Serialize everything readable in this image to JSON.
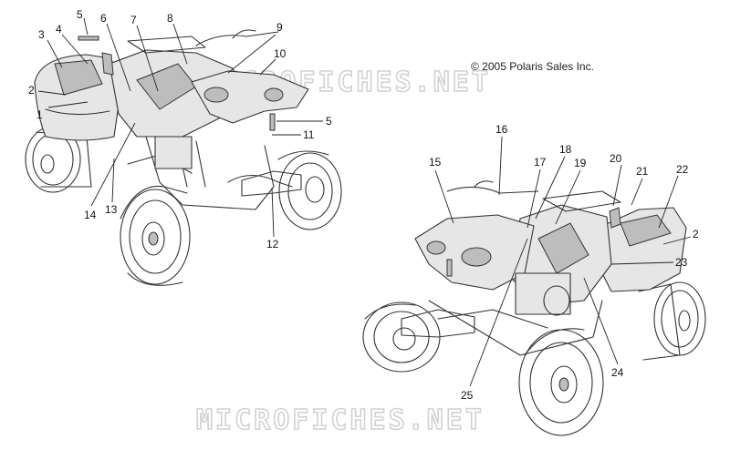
{
  "copyright": "© 2005 Polaris Sales Inc.",
  "watermark": "MICROFICHES.NET",
  "callouts": [
    {
      "id": "c1",
      "text": "1"
    },
    {
      "id": "c2a",
      "text": "2"
    },
    {
      "id": "c3",
      "text": "3"
    },
    {
      "id": "c4",
      "text": "4"
    },
    {
      "id": "c5a",
      "text": "5"
    },
    {
      "id": "c6",
      "text": "6"
    },
    {
      "id": "c7",
      "text": "7"
    },
    {
      "id": "c8",
      "text": "8"
    },
    {
      "id": "c9",
      "text": "9"
    },
    {
      "id": "c10",
      "text": "10"
    },
    {
      "id": "c5b",
      "text": "5"
    },
    {
      "id": "c11",
      "text": "11"
    },
    {
      "id": "c12",
      "text": "12"
    },
    {
      "id": "c13",
      "text": "13"
    },
    {
      "id": "c14",
      "text": "14"
    },
    {
      "id": "c15",
      "text": "15"
    },
    {
      "id": "c16",
      "text": "16"
    },
    {
      "id": "c17",
      "text": "17"
    },
    {
      "id": "c18",
      "text": "18"
    },
    {
      "id": "c19",
      "text": "19"
    },
    {
      "id": "c20",
      "text": "20"
    },
    {
      "id": "c21",
      "text": "21"
    },
    {
      "id": "c22",
      "text": "22"
    },
    {
      "id": "c2b",
      "text": "2"
    },
    {
      "id": "c23",
      "text": "23"
    },
    {
      "id": "c24",
      "text": "24"
    },
    {
      "id": "c25",
      "text": "25"
    }
  ]
}
